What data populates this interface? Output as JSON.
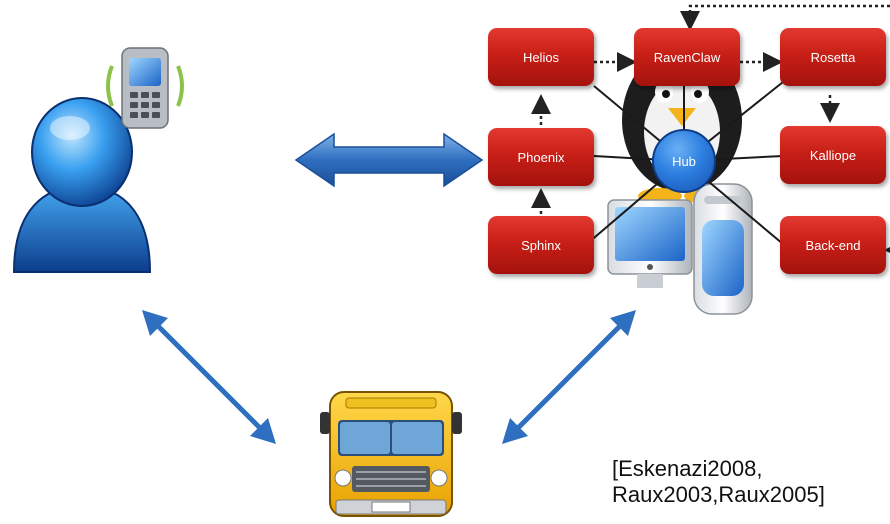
{
  "nodes": {
    "helios": "Helios",
    "ravenclaw": "RavenClaw",
    "rosetta": "Rosetta",
    "phoenix": "Phoenix",
    "hub": "Hub",
    "kalliope": "Kalliope",
    "sphinx": "Sphinx",
    "backend": "Back-end"
  },
  "citation": {
    "line1": "[Eskenazi2008,",
    "line2": "Raux2003,Raux2005]"
  },
  "icons": {
    "user": "user-icon",
    "phone": "mobile-phone-icon",
    "bus": "bus-icon",
    "computer": "desktop-computer-icon",
    "server": "server-tower-icon",
    "penguin": "penguin-icon"
  },
  "colors": {
    "module_red": "#c81f17",
    "hub_blue": "#2d7fe0",
    "arrow_blue": "#2f6fc0",
    "bus_yellow": "#f5b800"
  }
}
